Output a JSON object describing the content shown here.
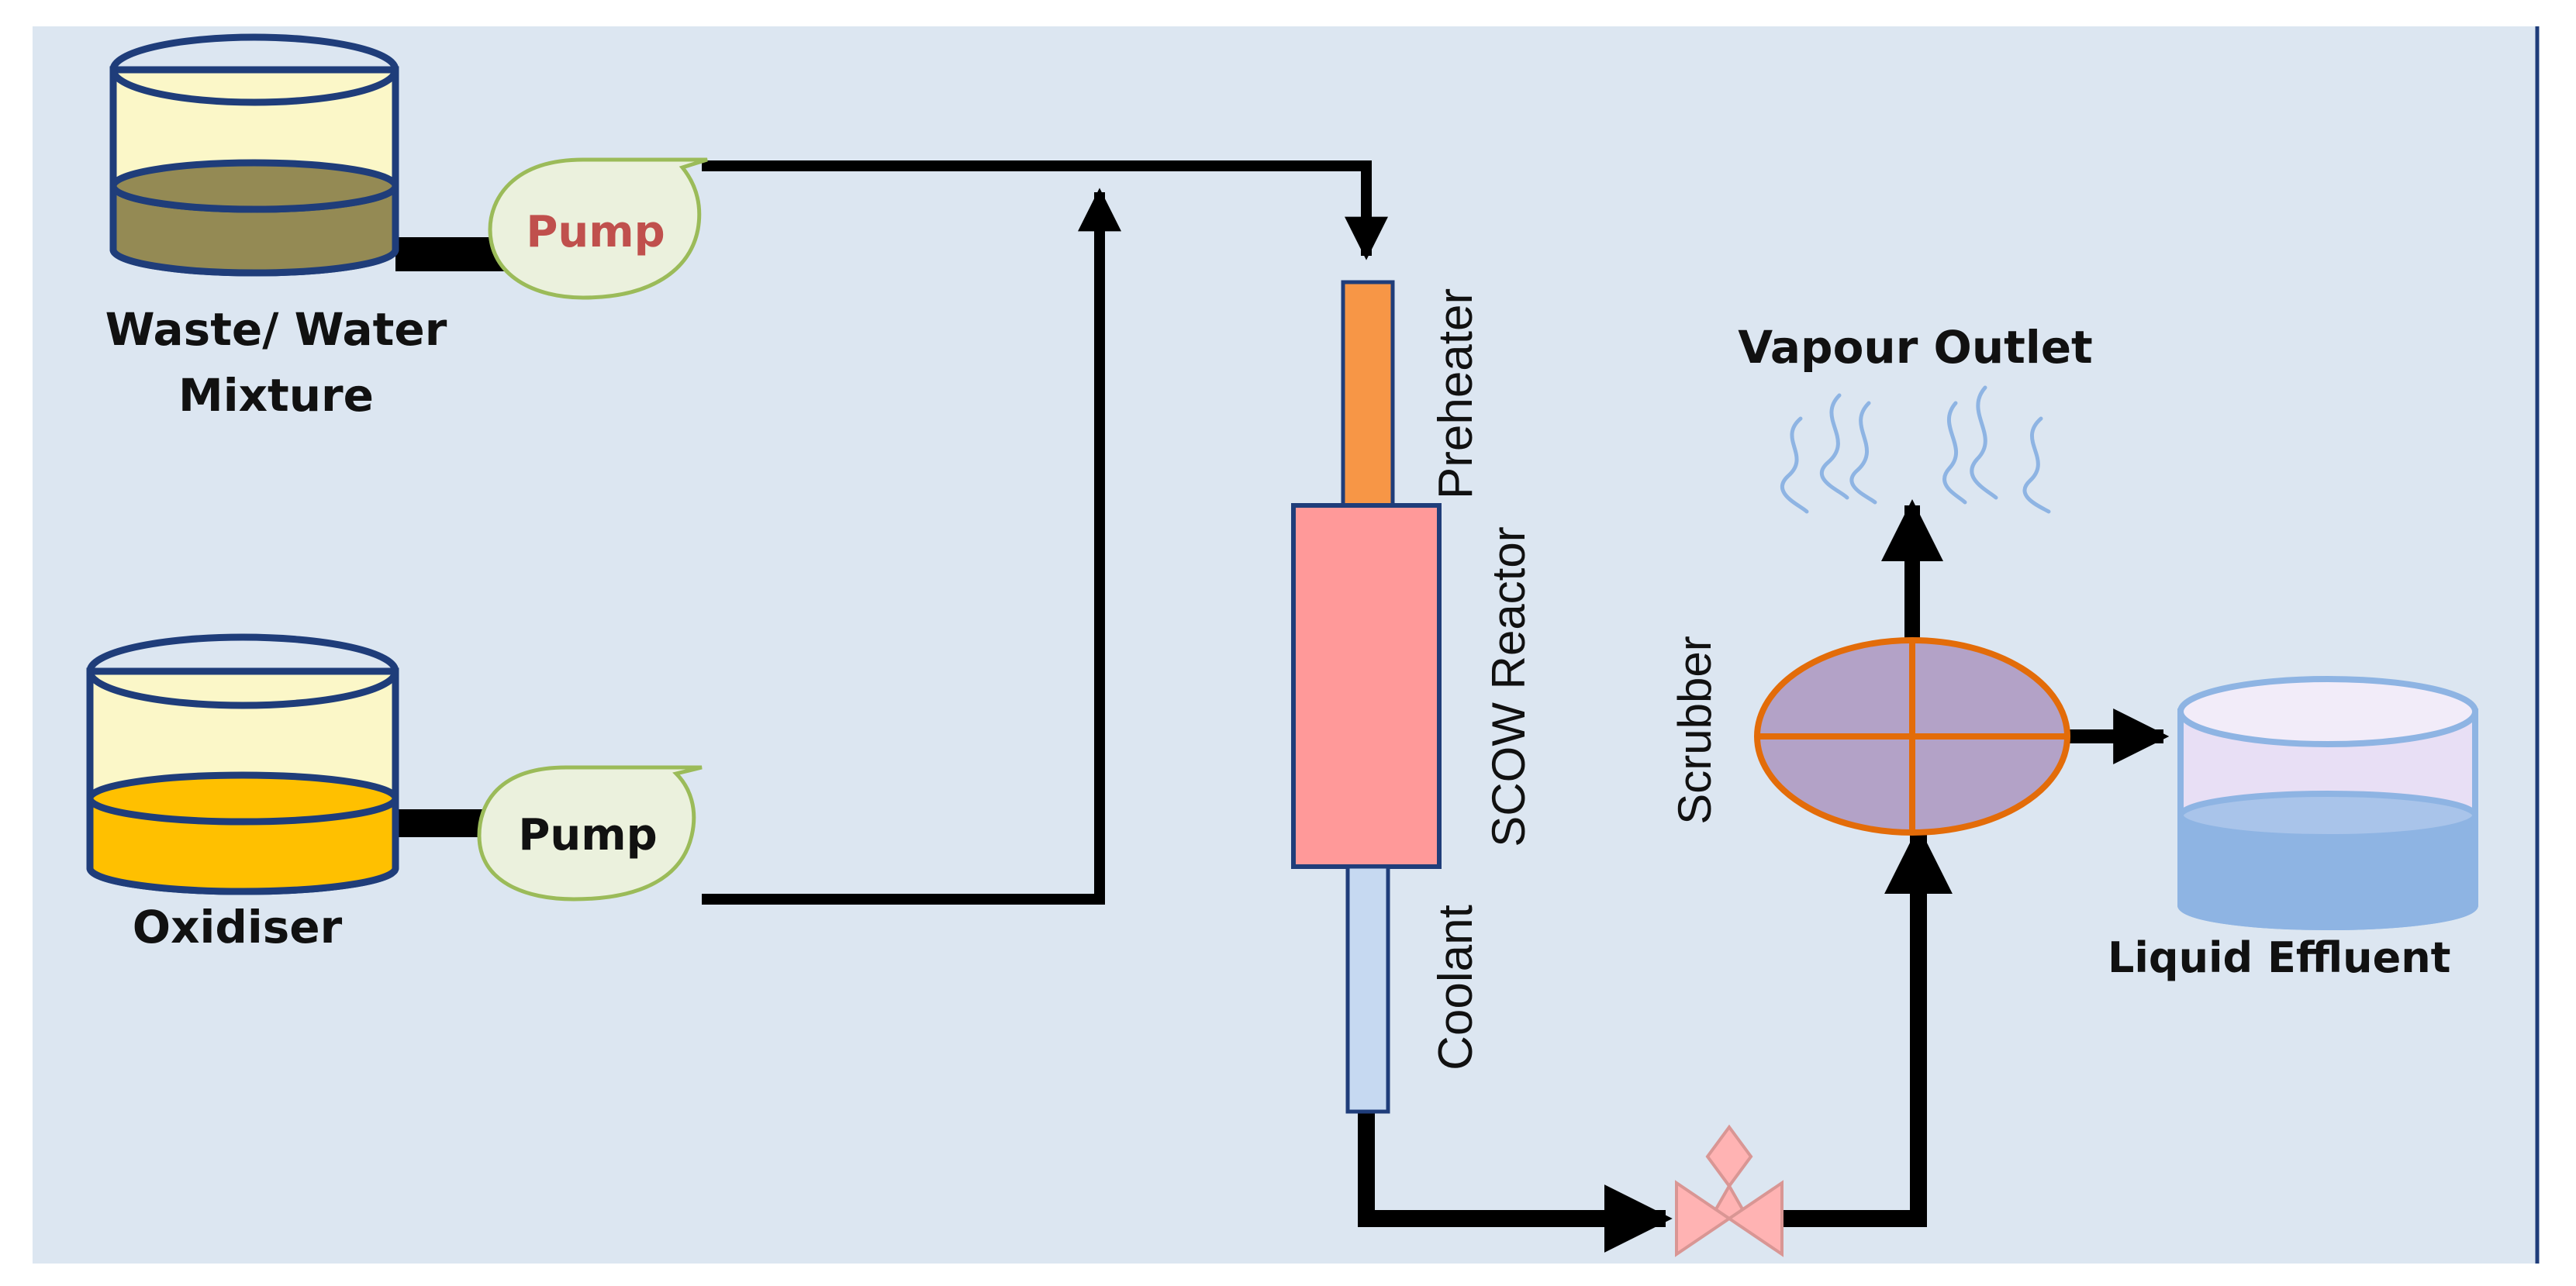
{
  "labels": {
    "waste_line1": "Waste/ Water",
    "waste_line2": "Mixture",
    "oxidiser": "Oxidiser",
    "pump_top": "Pump",
    "pump_bottom": "Pump",
    "preheater": "Preheater",
    "reactor": "SCOW Reactor",
    "coolant": "Coolant",
    "scrubber": "Scrubber",
    "vapour_outlet": "Vapour Outlet",
    "liquid_effluent": "Liquid Effluent"
  },
  "colors": {
    "background": "#dce6f1",
    "tank_outline": "#1f3d7a",
    "waste_liquid": "#948a54",
    "waste_upper": "#fbf7c8",
    "oxidiser_liquid": "#ffc000",
    "oxidiser_upper": "#fbf7c8",
    "effluent_liquid": "#8eb4e3",
    "effluent_upper": "#e8dff5",
    "pump_fill": "#ebf1dd",
    "pump_top_text": "#c0504d",
    "pump_bottom_text": "#111111",
    "preheater": "#f79646",
    "reactor": "#ff9999",
    "coolant": "#c6d9f1",
    "scrubber_fill": "#b3a2c7",
    "scrubber_cross": "#e36c09",
    "valve": "#ffb3b3",
    "vapour_waves": "#8eb4e3",
    "pipe": "#000000"
  }
}
